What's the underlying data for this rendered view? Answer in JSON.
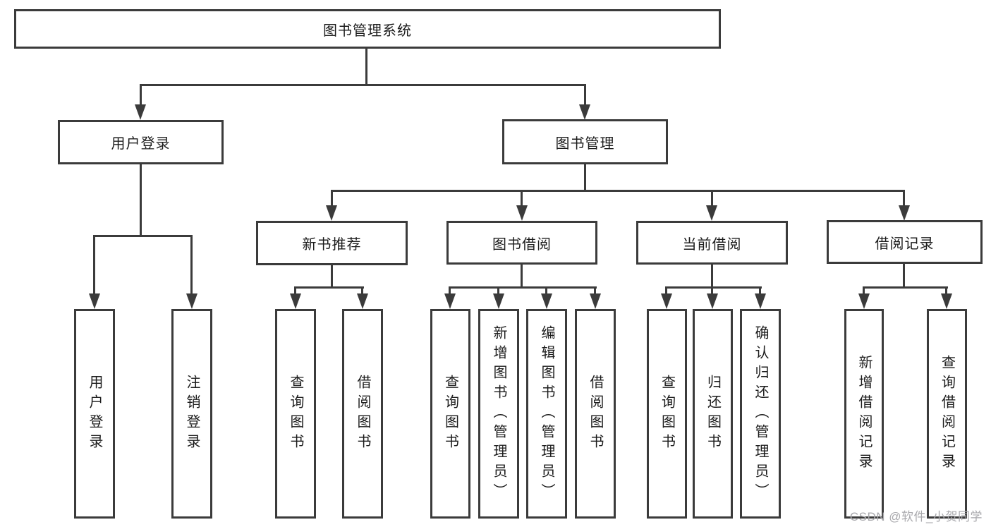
{
  "watermark": "CSDN @软件_小贺同学",
  "colors": {
    "line": "#3b3b3b",
    "text": "#1c1c1c",
    "watermark": "#a9a9ad",
    "background": "#ffffff"
  },
  "tree": {
    "label": "图书管理系统",
    "children": [
      {
        "label": "用户登录",
        "children": [
          {
            "label": "用户登录"
          },
          {
            "label": "注销登录"
          }
        ]
      },
      {
        "label": "图书管理",
        "children": [
          {
            "label": "新书推荐",
            "children": [
              {
                "label": "查询图书"
              },
              {
                "label": "借阅图书"
              }
            ]
          },
          {
            "label": "图书借阅",
            "children": [
              {
                "label": "查询图书"
              },
              {
                "label": "新增图书（管理员）"
              },
              {
                "label": "编辑图书（管理员）"
              },
              {
                "label": "借阅图书"
              }
            ]
          },
          {
            "label": "当前借阅",
            "children": [
              {
                "label": "查询图书"
              },
              {
                "label": "归还图书"
              },
              {
                "label": "确认归还（管理员）"
              }
            ]
          },
          {
            "label": "借阅记录",
            "children": [
              {
                "label": "新增借阅记录"
              },
              {
                "label": "查询借阅记录"
              }
            ]
          }
        ]
      }
    ]
  }
}
